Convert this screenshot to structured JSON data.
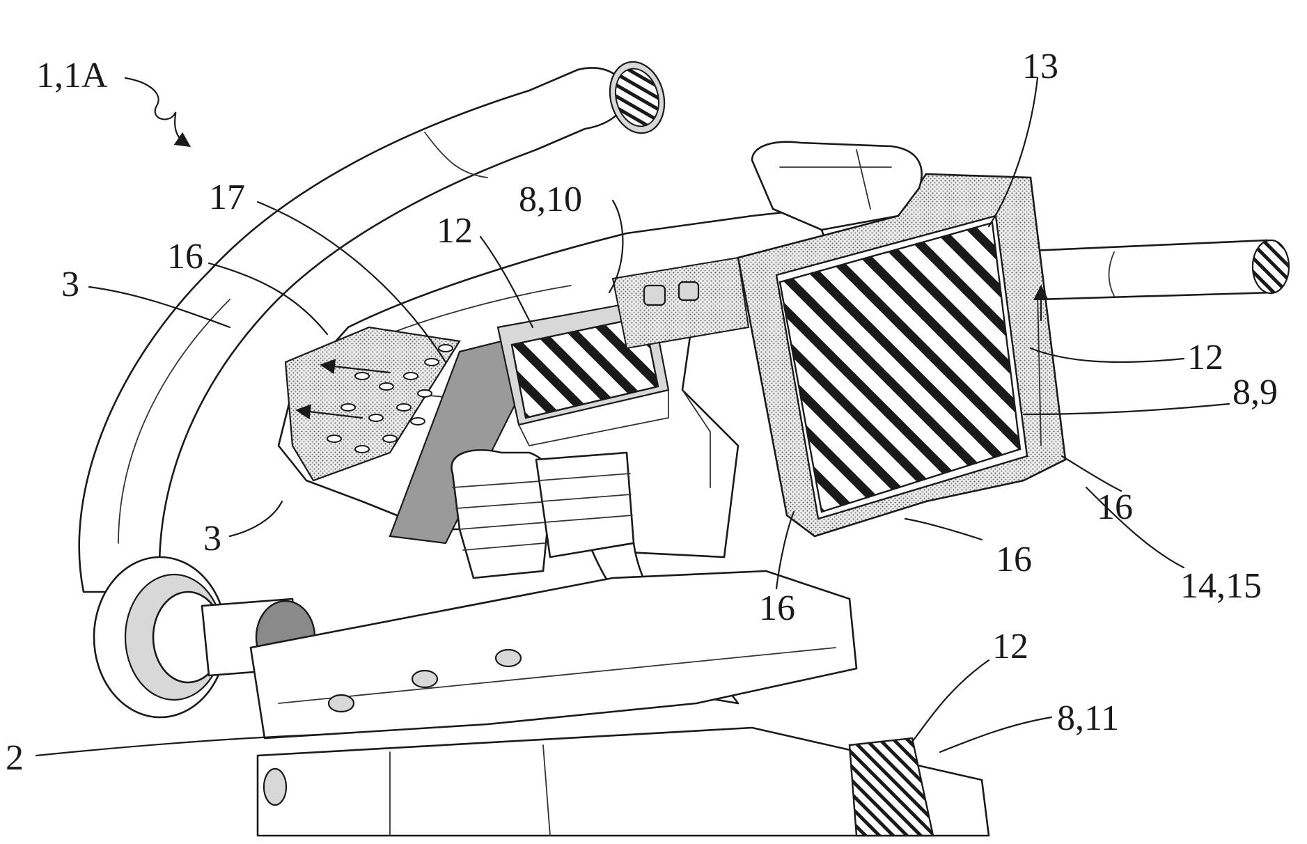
{
  "figure": {
    "reference_labels": [
      {
        "id": "ref-1-1A",
        "text": "1,1A"
      },
      {
        "id": "ref-13",
        "text": "13"
      },
      {
        "id": "ref-17",
        "text": "17"
      },
      {
        "id": "ref-8-10",
        "text": "8,10"
      },
      {
        "id": "ref-12-top",
        "text": "12"
      },
      {
        "id": "ref-16-left",
        "text": "16"
      },
      {
        "id": "ref-3-left",
        "text": "3"
      },
      {
        "id": "ref-3-inner",
        "text": "3"
      },
      {
        "id": "ref-12-right",
        "text": "12"
      },
      {
        "id": "ref-8-9",
        "text": "8,9"
      },
      {
        "id": "ref-16-right",
        "text": "16"
      },
      {
        "id": "ref-16-bottom",
        "text": "16"
      },
      {
        "id": "ref-14-15",
        "text": "14,15"
      },
      {
        "id": "ref-16-center",
        "text": "16"
      },
      {
        "id": "ref-12-bottom",
        "text": "12"
      },
      {
        "id": "ref-8-11",
        "text": "8,11"
      },
      {
        "id": "ref-2",
        "text": "2"
      }
    ]
  }
}
